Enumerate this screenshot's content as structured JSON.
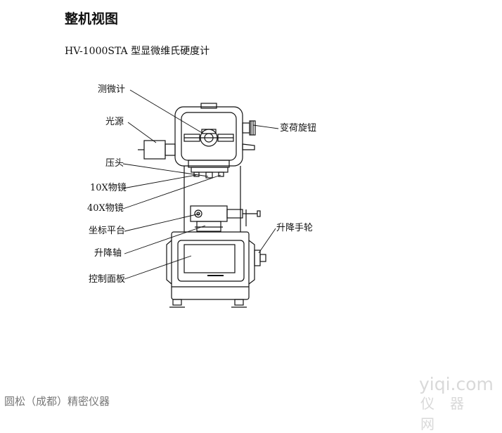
{
  "header": {
    "title": "整机视图",
    "subtitle": "HV-1000STA 型显微维氏硬度计"
  },
  "labels": {
    "micrometer": "测微计",
    "light_source": "光源",
    "indenter": "压头",
    "objective_10x": "10X物镜",
    "objective_40x": "40X物镜",
    "stage": "坐标平台",
    "lift_shaft": "升降轴",
    "control_panel": "控制面板",
    "load_knob": "变荷旋钮",
    "lift_handwheel": "升降手轮"
  },
  "footer": {
    "company": "圆松（成都）精密仪器"
  },
  "watermark": {
    "site": "yiqi.com",
    "brand": "仪器网"
  },
  "colors": {
    "line": "#111111",
    "watermark": "#d9d9d9"
  }
}
